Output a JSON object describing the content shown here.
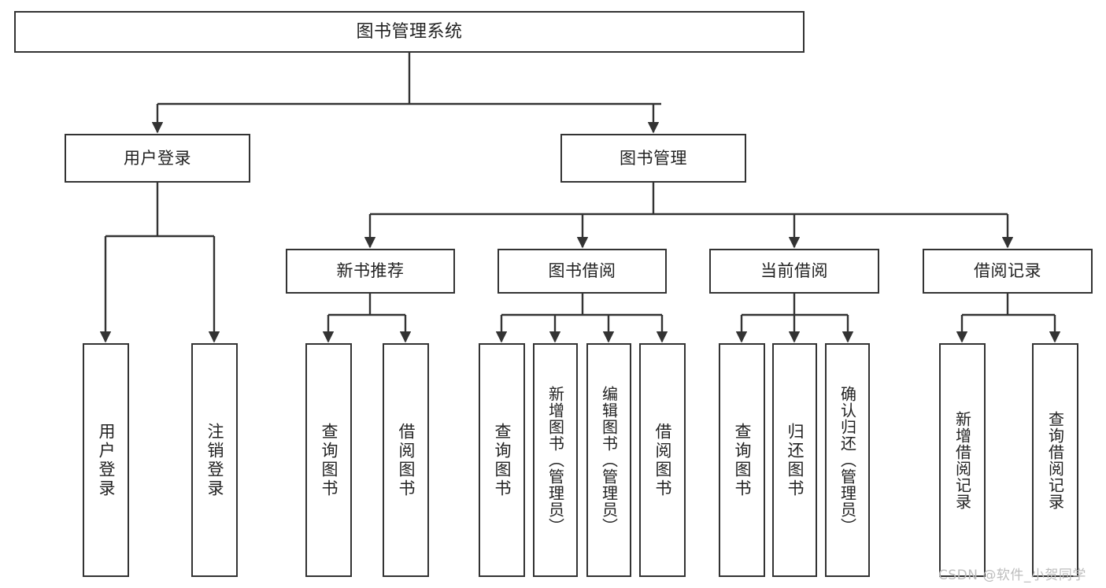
{
  "diagram": {
    "title": "图书管理系统",
    "type": "hierarchy-tree",
    "watermark": "CSDN @软件_小贺同学",
    "colors": {
      "background": "#ffffff",
      "box_border": "#333333",
      "box_fill": "#ffffff",
      "text": "#222222",
      "connector": "#333333",
      "watermark": "#bdbdbd"
    },
    "levels": {
      "root": {
        "label": "图书管理系统"
      },
      "level2": [
        {
          "label": "用户登录"
        },
        {
          "label": "图书管理"
        }
      ],
      "level3": [
        {
          "label": "新书推荐"
        },
        {
          "label": "图书借阅"
        },
        {
          "label": "当前借阅"
        },
        {
          "label": "借阅记录"
        }
      ],
      "leaves": {
        "user_login": [
          {
            "label": "用户登录"
          },
          {
            "label": "注销登录"
          }
        ],
        "new_book_recommend": [
          {
            "label": "查询图书"
          },
          {
            "label": "借阅图书"
          }
        ],
        "book_borrow": [
          {
            "label": "查询图书"
          },
          {
            "label": "新增图书（管理员）"
          },
          {
            "label": "编辑图书（管理员）"
          },
          {
            "label": "借阅图书"
          }
        ],
        "current_borrow": [
          {
            "label": "查询图书"
          },
          {
            "label": "归还图书"
          },
          {
            "label": "确认归还（管理员）"
          }
        ],
        "borrow_records": [
          {
            "label": "新增借阅记录"
          },
          {
            "label": "查询借阅记录"
          }
        ]
      }
    }
  }
}
